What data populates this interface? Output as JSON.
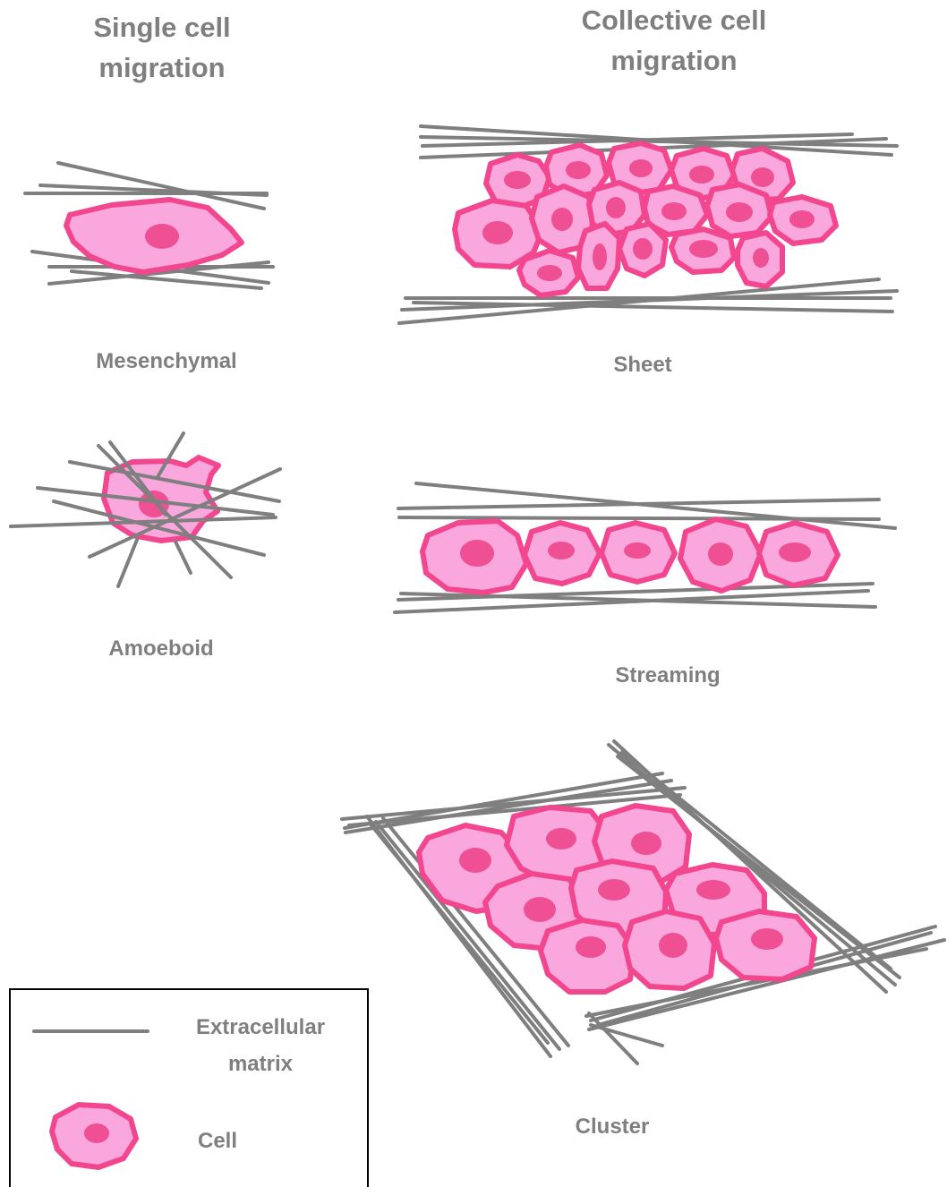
{
  "headers": {
    "single": [
      "Single cell",
      "migration"
    ],
    "collective": [
      "Collective cell",
      "migration"
    ]
  },
  "labels": {
    "mesenchymal": "Mesenchymal",
    "amoeboid": "Amoeboid",
    "sheet": "Sheet",
    "streaming": "Streaming",
    "cluster": "Cluster"
  },
  "legend": {
    "ecm": [
      "Extracellular",
      "matrix"
    ],
    "cell": "Cell"
  },
  "colors": {
    "fiber": "#7f7f7f",
    "cell_fill": "#f9a7dd",
    "cell_stroke": "#f2468f",
    "nucleus": "#ef4f93",
    "text": "#7f7f7f"
  }
}
